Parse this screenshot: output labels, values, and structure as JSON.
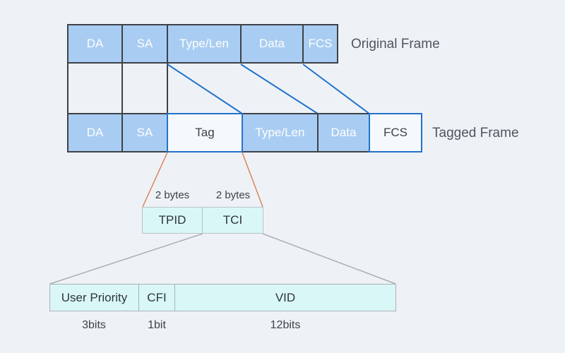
{
  "original_frame": {
    "label": "Original Frame",
    "fields": [
      {
        "label": "DA"
      },
      {
        "label": "SA"
      },
      {
        "label": "Type/Len"
      },
      {
        "label": "Data"
      },
      {
        "label": "FCS",
        "crossed_out": true
      }
    ]
  },
  "tagged_frame": {
    "label": "Tagged Frame",
    "fields": [
      {
        "label": "DA"
      },
      {
        "label": "SA"
      },
      {
        "label": "Tag"
      },
      {
        "label": "Type/Len"
      },
      {
        "label": "Data"
      },
      {
        "label": "FCS"
      }
    ]
  },
  "tag_breakdown": {
    "sizes": [
      "2 bytes",
      "2 bytes"
    ],
    "fields": [
      {
        "label": "TPID"
      },
      {
        "label": "TCI"
      }
    ]
  },
  "tci_breakdown": {
    "fields": [
      {
        "label": "User Priority"
      },
      {
        "label": "CFI"
      },
      {
        "label": "VID"
      }
    ],
    "sizes": [
      "3bits",
      "1bit",
      "12bits"
    ]
  },
  "colors": {
    "background": "#eef2f7",
    "field_fill_blue": "#a9cdf2",
    "field_border_dark": "#3d4247",
    "accent_blue": "#2273cc",
    "accent_orange": "#e08358",
    "detail_fill_cyan": "#d9f7f7",
    "connector_gray": "#a9aeb3"
  }
}
